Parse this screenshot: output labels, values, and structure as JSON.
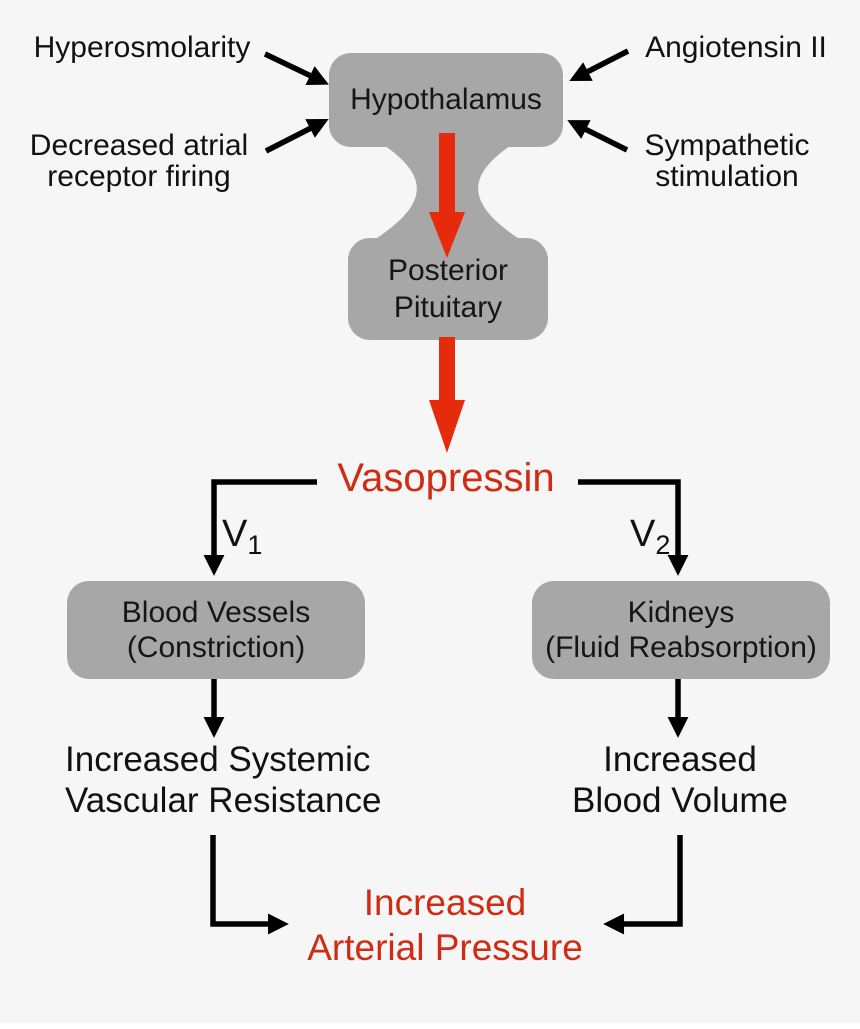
{
  "title": "Vasopressin regulation pathway diagram",
  "colors": {
    "background": "#f6f6f6",
    "node_gray": "#a7a7a7",
    "arrow_red": "#e62b0c",
    "text_red": "#cf2c13",
    "text_black": "#111111",
    "line_black": "#000000"
  },
  "stimuli": {
    "hyperosmolarity": "Hyperosmolarity",
    "decreased_atrial_line1": "Decreased atrial",
    "decreased_atrial_line2": "receptor firing",
    "angiotensin": "Angiotensin II",
    "sympathetic_line1": "Sympathetic",
    "sympathetic_line2": "stimulation"
  },
  "nodes": {
    "hypothalamus": "Hypothalamus",
    "posterior_pituitary_line1": "Posterior",
    "posterior_pituitary_line2": "Pituitary",
    "vasopressin": "Vasopressin",
    "blood_vessels_line1": "Blood Vessels",
    "blood_vessels_line2": "(Constriction)",
    "kidneys_line1": "Kidneys",
    "kidneys_line2": "(Fluid Reabsorption)"
  },
  "receptors": {
    "v1_base": "V",
    "v1_sub": "1",
    "v2_base": "V",
    "v2_sub": "2"
  },
  "outcomes": {
    "svr_line1": "Increased Systemic",
    "svr_line2": "Vascular Resistance",
    "blood_volume_line1": "Increased",
    "blood_volume_line2": "Blood Volume",
    "arterial_pressure_line1": "Increased",
    "arterial_pressure_line2": "Arterial Pressure"
  }
}
